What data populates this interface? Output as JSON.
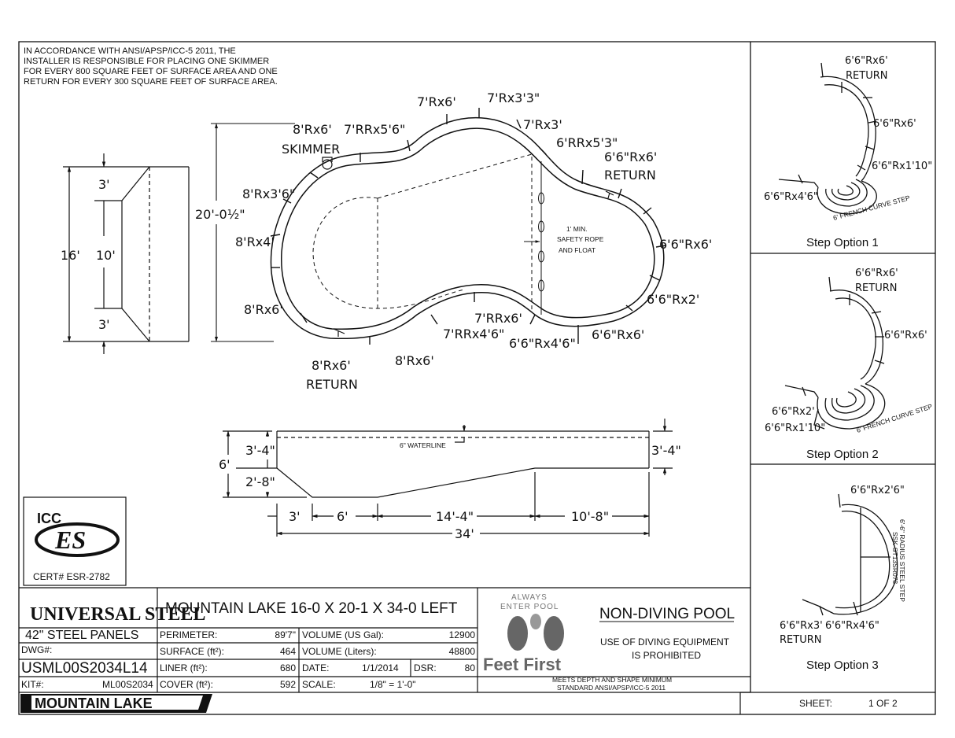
{
  "note": {
    "lines": [
      "IN ACCORDANCE WITH ANSI/APSP/ICC-5 2011, THE",
      "INSTALLER IS RESPONSIBLE FOR PLACING ONE SKIMMER",
      "FOR EVERY 800 SQUARE FEET OF SURFACE AREA AND ONE",
      "RETURN FOR EVERY 300 SQUARE FEET OF SURFACE AREA."
    ]
  },
  "plan": {
    "labels": {
      "l1": "7'Rx6'",
      "l2": "7'Rx3'3\"",
      "l3": "7'Rx3'",
      "l4": "6'RRx5'3\"",
      "l5a": "6'6\"Rx6'",
      "l5b": "RETURN",
      "l6": "6'6\"Rx6'",
      "l7": "6'6\"Rx2'",
      "l8": "6'6\"Rx6'",
      "l9": "6'6\"Rx4'6\"",
      "l10": "7'RRx6'",
      "l11": "7'RRx4'6\"",
      "l12": "8'Rx6'",
      "l13a": "8'Rx6'",
      "l13b": "RETURN",
      "l14": "8'Rx6'",
      "l15": "8'Rx4'",
      "l16": "8'Rx3'6\"",
      "l17a": "8'Rx6'",
      "l17b": "SKIMMER",
      "l18": "7'RRx5'6\""
    },
    "rope": [
      "1' MIN.",
      "SAFETY ROPE",
      "AND FLOAT"
    ],
    "overall_width": "20'-0½\"",
    "end": {
      "total": "16'",
      "middle": "10'",
      "top": "3'",
      "bottom": "3'"
    }
  },
  "section": {
    "waterline": "6\" WATERLINE",
    "depth": "6'",
    "shallow_top": "3'-4\"",
    "shallow_bot": "2'-8\"",
    "deep_right": "3'-4\"",
    "d1": "3'",
    "d2": "6'",
    "d3": "14'-4\"",
    "d4": "10'-8\"",
    "total": "34'"
  },
  "cert": {
    "logo_top": "ICC",
    "logo_main": "ES",
    "label": "CERT# ESR-2782"
  },
  "steps": {
    "opt1": {
      "a": "6'6\"Rx6'",
      "b": "RETURN",
      "c": "6'6\"Rx6'",
      "d": "6'6\"Rx1'10\"",
      "e": "6'6\"Rx4'6\"",
      "caption": "Step Option 1",
      "curve": "6' FRENCH CURVE STEP"
    },
    "opt2": {
      "a": "6'6\"Rx6'",
      "b": "RETURN",
      "c": "6'6\"Rx6'",
      "d": "6'6\"Rx2'",
      "e": "6'6\"Rx1'10\"",
      "caption": "Step Option 2",
      "curve": "6' FRENCH CURVE STEP"
    },
    "opt3": {
      "a": "6'6\"Rx2'6\"",
      "b": "6'6\"Rx3'",
      "c": "RETURN",
      "d": "6'6\"Rx4'6\"",
      "caption": "Step Option 3",
      "rotated1": "6'-6\" RADIUS STEEL STEP",
      "rotated2": "SSK-ST13SR078"
    }
  },
  "title_block": {
    "brand": "UNIVERSAL STEEL",
    "panels": "42\"  STEEL PANELS",
    "dwg_label": "DWG#:",
    "dwg": "USML00S2034L14",
    "kit_label": "KIT#:",
    "kit": "ML00S2034",
    "model_logo": "MOUNTAIN LAKE",
    "title": "MOUNTAIN LAKE 16-0 X 20-1 X 34-0 LEFT",
    "perimeter_label": "PERIMETER:",
    "perimeter": "89'7\"",
    "surface_label": "SURFACE (ft²):",
    "surface": "464",
    "liner_label": "LINER (ft²):",
    "liner": "680",
    "cover_label": "COVER (ft²):",
    "cover": "592",
    "vol_gal_label": "VOLUME (US Gal):",
    "vol_gal": "12900",
    "vol_l_label": "VOLUME (Liters):",
    "vol_l": "48800",
    "date_label": "DATE:",
    "date": "1/1/2014",
    "dsr_label": "DSR:",
    "dsr": "80",
    "scale_label": "SCALE:",
    "scale": "1/8\" = 1'-0\"",
    "ff_top1": "ALWAYS",
    "ff_top2": "ENTER POOL",
    "ff_main": "Feet First",
    "nodive": "NON-DIVING POOL",
    "nodive_sub1": "USE OF DIVING EQUIPMENT",
    "nodive_sub2": "IS PROHIBITED",
    "meets1": "MEETS DEPTH AND SHAPE MINIMUM",
    "meets2": "STANDARD ANSI/APSP/ICC-5 2011",
    "sheet_label": "SHEET:",
    "sheet": "1 OF 2"
  }
}
